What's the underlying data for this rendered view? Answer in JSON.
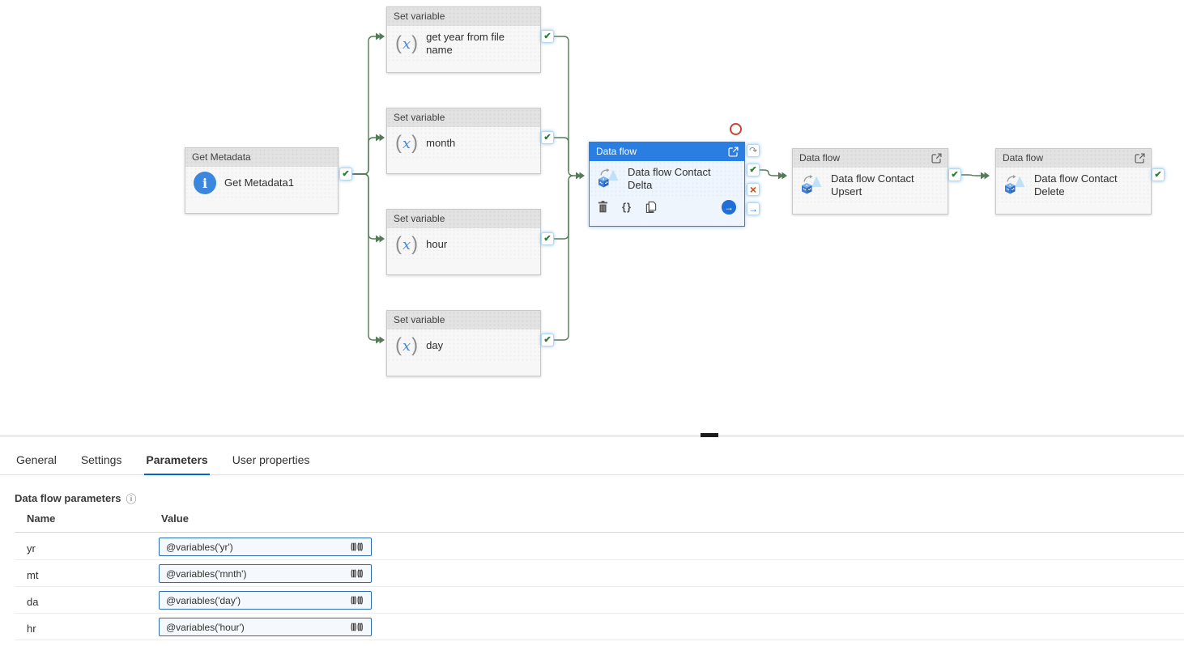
{
  "colors": {
    "accent": "#0078d4",
    "selected_node": "#2a7de1",
    "connector_green": "#557a58",
    "success_check": "#2d7d32",
    "failure_x": "#cf4a0c",
    "breakpoint_red": "#d1402f",
    "node_header_gray": "#e2e2e2"
  },
  "icons": {
    "check": "✔",
    "skip": "↷",
    "cross": "×",
    "arrow_right": "→",
    "info_i": "i",
    "paren_open": "(",
    "x_glyph": "x",
    "paren_close": ")",
    "braces": "{}",
    "info_circled": "ⓘ"
  },
  "canvas": {
    "nodes": [
      {
        "type_label": "Get Metadata",
        "name": "Get Metadata1"
      },
      {
        "type_label": "Set variable",
        "name": "get year from file name"
      },
      {
        "type_label": "Set variable",
        "name": "month"
      },
      {
        "type_label": "Set variable",
        "name": "hour"
      },
      {
        "type_label": "Set variable",
        "name": "day"
      },
      {
        "type_label": "Data flow",
        "name": "Data flow Contact Delta",
        "selected": true
      },
      {
        "type_label": "Data flow",
        "name": "Data flow Contact Upsert"
      },
      {
        "type_label": "Data flow",
        "name": "Data flow Contact Delete"
      }
    ]
  },
  "panel": {
    "tabs": [
      {
        "label": "General",
        "active": false
      },
      {
        "label": "Settings",
        "active": false
      },
      {
        "label": "Parameters",
        "active": true
      },
      {
        "label": "User properties",
        "active": false
      }
    ],
    "section_title": "Data flow parameters",
    "table": {
      "columns": [
        "Name",
        "Value"
      ],
      "rows": [
        {
          "name": "yr",
          "value": "@variables('yr')"
        },
        {
          "name": "mt",
          "value": "@variables('mnth')"
        },
        {
          "name": "da",
          "value": "@variables('day')"
        },
        {
          "name": "hr",
          "value": "@variables('hour')"
        }
      ]
    }
  }
}
